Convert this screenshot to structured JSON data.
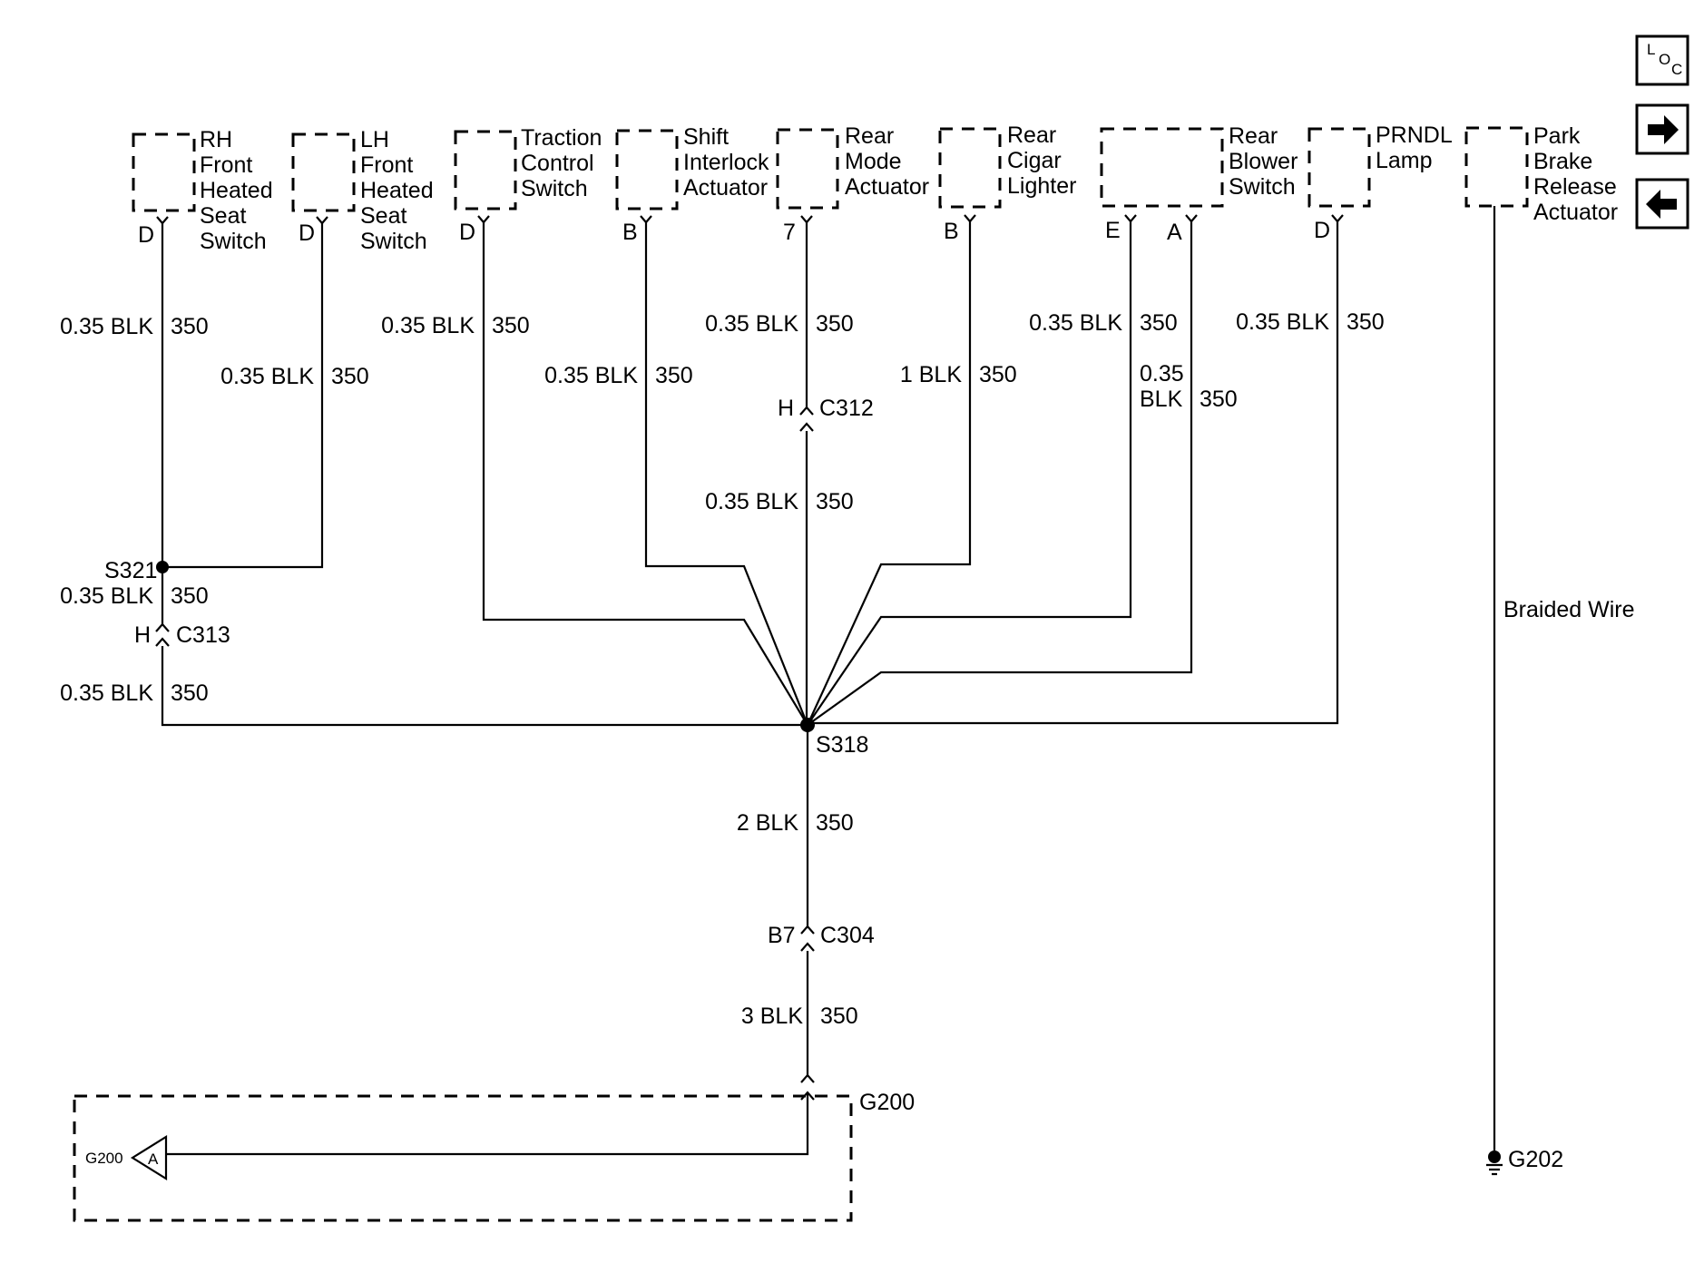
{
  "components": [
    {
      "id": "rh-seat",
      "lines": [
        "RH",
        "Front",
        "Heated",
        "Seat",
        "Switch"
      ],
      "pins": [
        "D"
      ]
    },
    {
      "id": "lh-seat",
      "lines": [
        "LH",
        "Front",
        "Heated",
        "Seat",
        "Switch"
      ],
      "pins": [
        "D"
      ]
    },
    {
      "id": "traction",
      "lines": [
        "Traction",
        "Control",
        "Switch"
      ],
      "pins": [
        "D"
      ]
    },
    {
      "id": "shift",
      "lines": [
        "Shift",
        "Interlock",
        "Actuator"
      ],
      "pins": [
        "B"
      ]
    },
    {
      "id": "rear-mode",
      "lines": [
        "Rear",
        "Mode",
        "Actuator"
      ],
      "pins": [
        "7"
      ]
    },
    {
      "id": "cigar",
      "lines": [
        "Rear",
        "Cigar",
        "Lighter"
      ],
      "pins": [
        "B"
      ]
    },
    {
      "id": "blower",
      "lines": [
        "Rear",
        "Blower",
        "Switch"
      ],
      "pins": [
        "E",
        "A"
      ]
    },
    {
      "id": "prndl",
      "lines": [
        "PRNDL",
        "Lamp"
      ],
      "pins": [
        "D"
      ]
    },
    {
      "id": "park-brake",
      "lines": [
        "Park",
        "Brake",
        "Release",
        "Actuator"
      ],
      "pins": []
    }
  ],
  "wires": {
    "rh_top": {
      "size": "0.35 BLK",
      "circuit": "350"
    },
    "lh": {
      "size": "0.35 BLK",
      "circuit": "350"
    },
    "traction": {
      "size": "0.35 BLK",
      "circuit": "350"
    },
    "shift": {
      "size": "0.35 BLK",
      "circuit": "350"
    },
    "rear_mode_top": {
      "size": "0.35 BLK",
      "circuit": "350"
    },
    "rear_mode_bottom": {
      "size": "0.35 BLK",
      "circuit": "350"
    },
    "cigar": {
      "size": "1 BLK",
      "circuit": "350"
    },
    "blower_e": {
      "size": "0.35 BLK",
      "circuit": "350"
    },
    "blower_a": {
      "size_line1": "0.35",
      "size_line2": "BLK",
      "circuit": "350"
    },
    "prndl": {
      "size": "0.35 BLK",
      "circuit": "350"
    },
    "rh_mid": {
      "size": "0.35 BLK",
      "circuit": "350"
    },
    "rh_bottom": {
      "size": "0.35 BLK",
      "circuit": "350"
    },
    "main_1": {
      "size": "2 BLK",
      "circuit": "350"
    },
    "main_2": {
      "size": "3 BLK",
      "circuit": "350"
    },
    "braided": "Braided Wire"
  },
  "connectors": {
    "c312": {
      "pin": "H",
      "name": "C312"
    },
    "c313": {
      "pin": "H",
      "name": "C313"
    },
    "c304": {
      "pin": "B7",
      "name": "C304"
    }
  },
  "splices": {
    "s321": "S321",
    "s318": "S318"
  },
  "grounds": {
    "g200": "G200",
    "g200_ref": "G200",
    "g200_arrow": "A",
    "g202": "G202"
  },
  "nav": {
    "loc_l": "L",
    "loc_o": "O",
    "loc_c": "C",
    "forward_icon": "arrow-right-icon",
    "back_icon": "arrow-left-icon"
  }
}
